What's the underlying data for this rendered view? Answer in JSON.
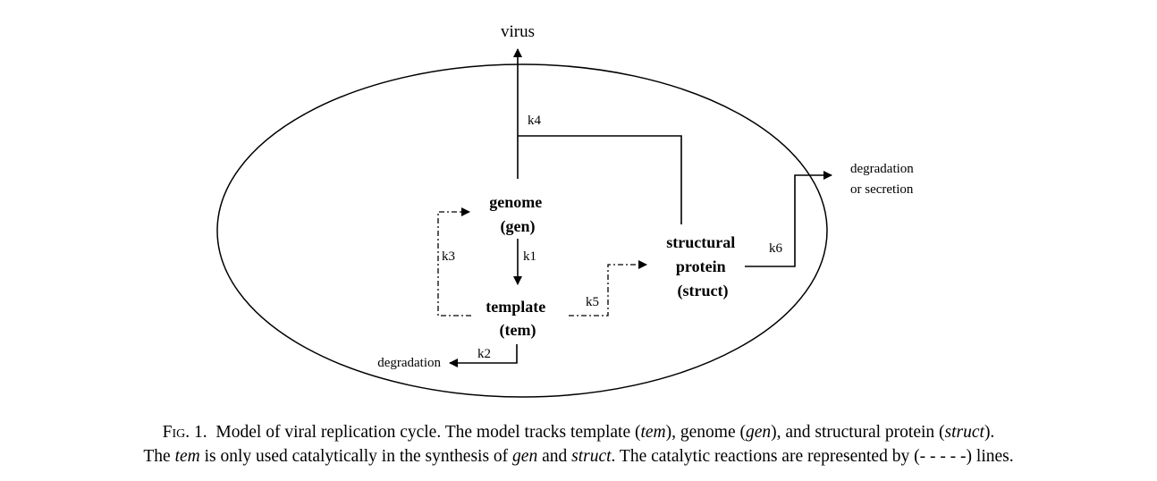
{
  "diagram": {
    "nodes": {
      "genome": [
        "genome",
        "(gen)"
      ],
      "template": [
        "template",
        "(tem)"
      ],
      "struct": [
        "structural",
        "protein",
        "(struct)"
      ]
    },
    "labels": {
      "virus": "virus",
      "degradation_left": "degradation",
      "degradation_right": [
        "degradation",
        "or secretion"
      ]
    },
    "rates": {
      "k1": "k1",
      "k2": "k2",
      "k3": "k3",
      "k4": "k4",
      "k5": "k5",
      "k6": "k6"
    }
  },
  "caption": {
    "fig_label": "Fig.",
    "fig_number": "1.",
    "line1_text_a": "Model of viral replication cycle. The model tracks template (",
    "line1_tem": "tem",
    "line1_text_b": "), genome (",
    "line1_gen": "gen",
    "line1_text_c": "), and structural protein (",
    "line1_struct": "struct",
    "line1_text_d": ").",
    "line2_text_a": "The ",
    "line2_tem": "tem",
    "line2_text_b": " is only used catalytically in the synthesis of ",
    "line2_gen": "gen",
    "line2_text_c": " and ",
    "line2_struct": "struct",
    "line2_text_d": ". The catalytic reactions are represented by (- - - - -) lines."
  }
}
